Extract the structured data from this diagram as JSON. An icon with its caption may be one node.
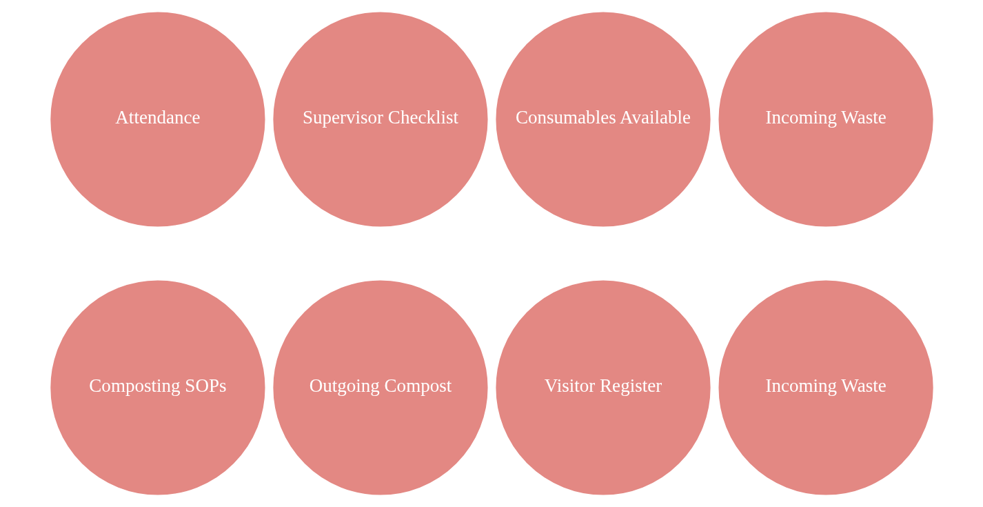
{
  "diagram": {
    "nodes": [
      {
        "text": [
          "Attendance"
        ]
      },
      {
        "text": [
          "Supervisor Checklist"
        ]
      },
      {
        "text": [
          "Consumables Available"
        ]
      },
      {
        "text": [
          "Incoming Waste"
        ]
      },
      {
        "text": [
          "Composting SOPs"
        ]
      },
      {
        "text": [
          "Outgoing Compost"
        ]
      },
      {
        "text": [
          "Visitor Register"
        ]
      },
      {
        "text": [
          "Incoming Waste"
        ]
      }
    ]
  }
}
